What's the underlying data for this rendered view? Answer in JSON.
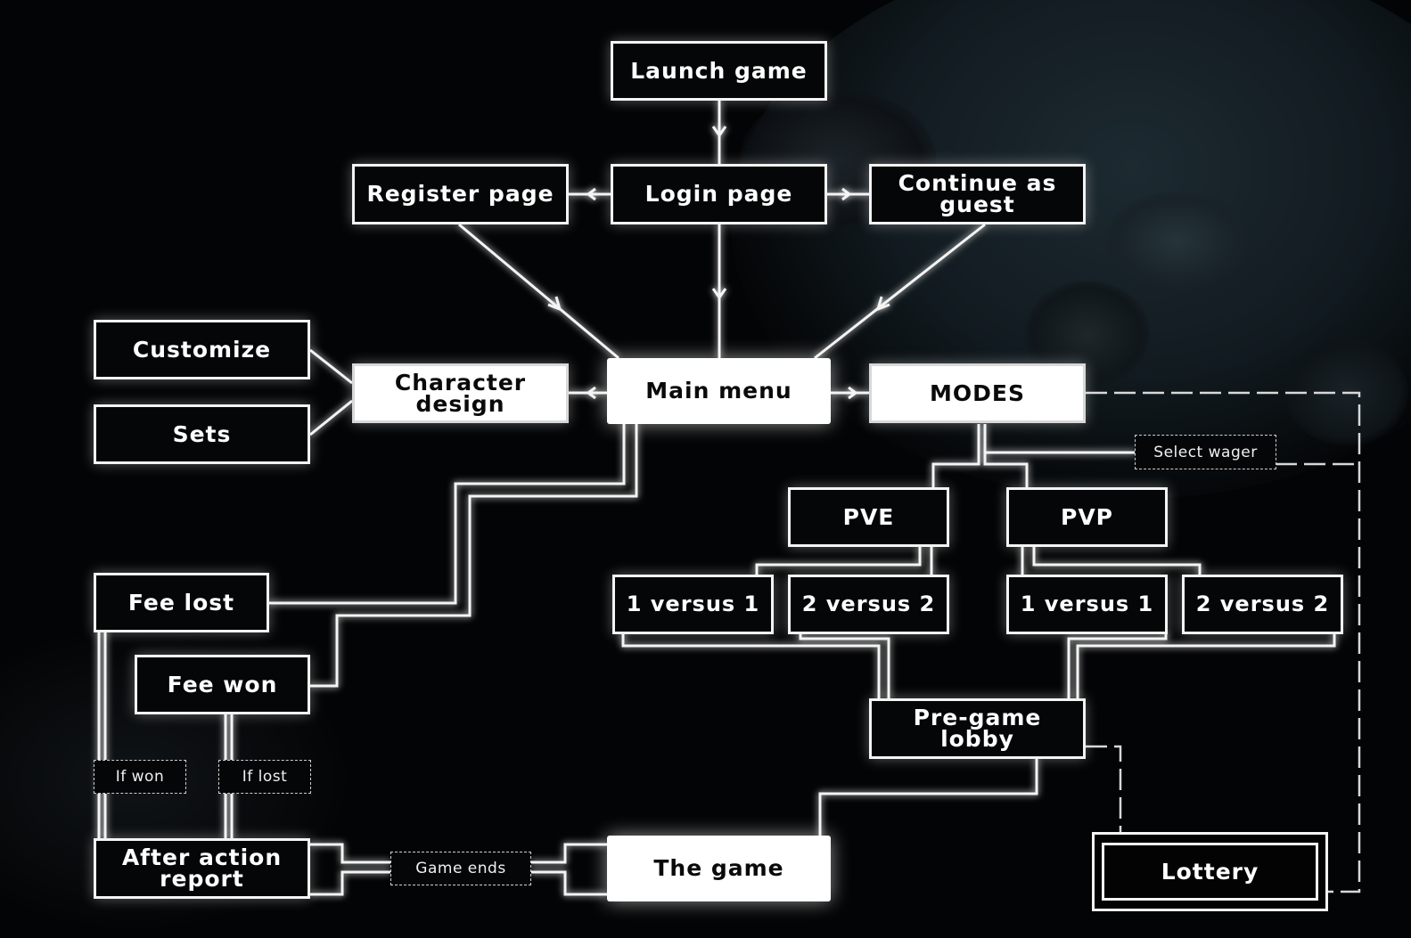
{
  "diagram": {
    "type": "flowchart",
    "theme": {
      "background": "#030405",
      "line_color": "#f4f4f4",
      "node_dark": "#050607",
      "node_light": "#ffffff"
    },
    "nodes": {
      "launch_game": "Launch game",
      "login_page": "Login page",
      "register_page": "Register page",
      "continue_guest": "Continue as\nguest",
      "main_menu": "Main menu",
      "character_design": "Character\ndesign",
      "customize": "Customize",
      "sets": "Sets",
      "modes": "MODES",
      "pve": "PVE",
      "pvp": "PVP",
      "pve_1v1": "1 versus 1",
      "pve_2v2": "2 versus 2",
      "pvp_1v1": "1 versus 1",
      "pvp_2v2": "2 versus 2",
      "pregame_lobby": "Pre-game\nlobby",
      "the_game": "The game",
      "after_action_report": "After action\nreport",
      "fee_lost": "Fee lost",
      "fee_won": "Fee won",
      "lottery": "Lottery"
    },
    "edge_labels": {
      "select_wager": "Select wager",
      "game_ends": "Game ends",
      "if_won": "If won",
      "if_lost": "If lost"
    },
    "edges": [
      {
        "from": "Launch game",
        "to": "Login page",
        "style": "arrow"
      },
      {
        "from": "Login page",
        "to": "Register page",
        "style": "arrow"
      },
      {
        "from": "Login page",
        "to": "Continue as guest",
        "style": "arrow"
      },
      {
        "from": "Login page",
        "to": "Main menu",
        "style": "arrow"
      },
      {
        "from": "Register page",
        "to": "Main menu",
        "style": "arrow"
      },
      {
        "from": "Continue as guest",
        "to": "Main menu",
        "style": "arrow"
      },
      {
        "from": "Main menu",
        "to": "Character design",
        "style": "arrow"
      },
      {
        "from": "Main menu",
        "to": "MODES",
        "style": "arrow"
      },
      {
        "from": "Character design",
        "to": "Customize",
        "style": "line"
      },
      {
        "from": "Character design",
        "to": "Sets",
        "style": "line"
      },
      {
        "from": "MODES",
        "to": "PVE",
        "style": "line"
      },
      {
        "from": "MODES",
        "to": "PVP",
        "style": "line"
      },
      {
        "from": "MODES",
        "to": "Select wager",
        "style": "line"
      },
      {
        "from": "MODES",
        "to": "Lottery",
        "style": "dashed"
      },
      {
        "from": "Select wager",
        "to": "Lottery",
        "style": "dashed"
      },
      {
        "from": "PVE",
        "to": "1 versus 1",
        "style": "line"
      },
      {
        "from": "PVE",
        "to": "2 versus 2",
        "style": "line"
      },
      {
        "from": "PVP",
        "to": "1 versus 1",
        "style": "line"
      },
      {
        "from": "PVP",
        "to": "2 versus 2",
        "style": "line"
      },
      {
        "from": "all matchups",
        "to": "Pre-game lobby",
        "style": "line"
      },
      {
        "from": "Pre-game lobby",
        "to": "Lottery",
        "style": "dashed"
      },
      {
        "from": "Pre-game lobby",
        "to": "The game",
        "style": "line"
      },
      {
        "from": "The game",
        "to": "After action report",
        "label": "Game ends",
        "style": "double"
      },
      {
        "from": "After action report",
        "to": "Fee lost",
        "label": "If won",
        "style": "double"
      },
      {
        "from": "After action report",
        "to": "Fee won",
        "label": "If lost",
        "style": "double"
      },
      {
        "from": "Fee lost",
        "to": "Main menu",
        "style": "line"
      },
      {
        "from": "Fee won",
        "to": "Main menu",
        "style": "line"
      }
    ]
  }
}
